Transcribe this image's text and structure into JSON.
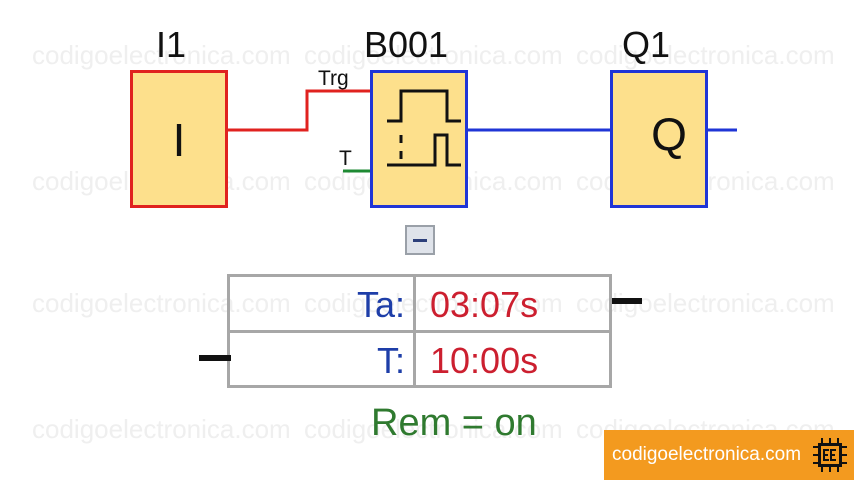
{
  "watermark": "codigoelectronica.com",
  "blocks": {
    "input": {
      "name": "I1",
      "symbol": "I"
    },
    "function": {
      "name": "B001",
      "pins": {
        "trigger": "Trg",
        "time": "T"
      }
    },
    "output": {
      "name": "Q1",
      "symbol": "Q"
    }
  },
  "params": {
    "rows": [
      {
        "label": "Ta:",
        "value": "03:07s"
      },
      {
        "label": "T:",
        "value": "10:00s"
      }
    ]
  },
  "rem_status": "Rem = on",
  "brand": {
    "text": "codigoelectronica.com",
    "icon": "chip-ce-icon"
  },
  "colors": {
    "block_fill": "#fde08c",
    "input_border": "#e0221f",
    "function_border": "#1f35d6",
    "wire_red": "#e0221f",
    "wire_blue": "#1f35d6",
    "wire_green": "#1e8a33",
    "param_label": "#1e3ea8",
    "param_value": "#cc1f2f",
    "rem_text": "#2f7a2f",
    "brand_bg": "#f39a1f"
  }
}
